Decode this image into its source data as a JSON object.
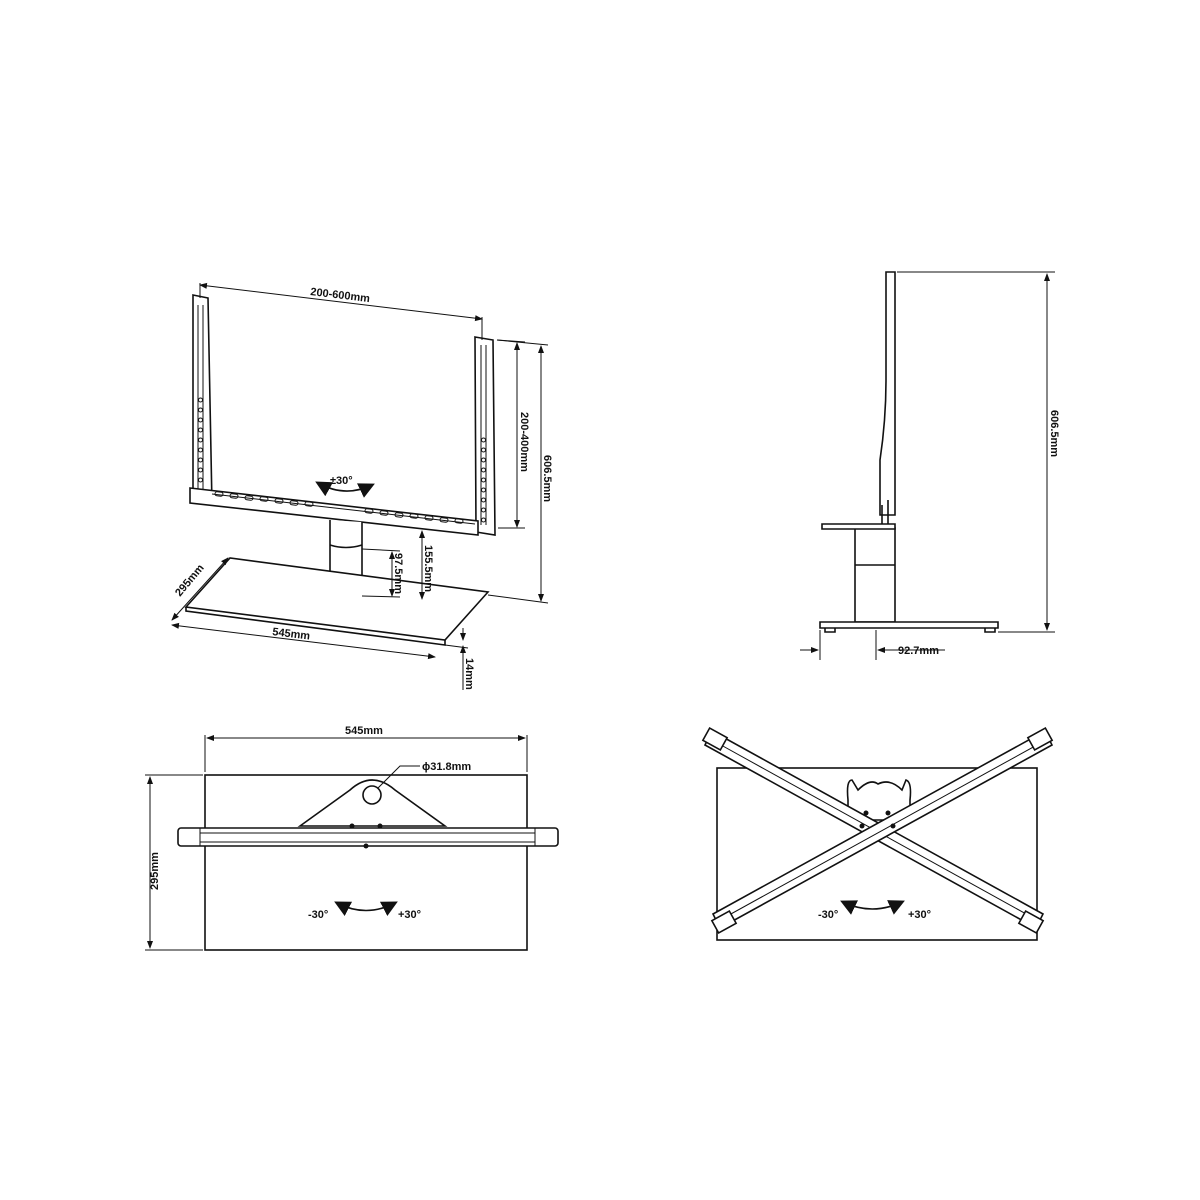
{
  "front_view": {
    "width_range": "200-600mm",
    "vesa_height_range": "200-400mm",
    "total_height": "606.5mm",
    "column_height": "155.5mm",
    "column_lower": "97.5mm",
    "base_depth": "295mm",
    "base_width": "545mm",
    "base_thickness": "14mm",
    "tilt": "±30°"
  },
  "side_view": {
    "total_height": "606.5mm",
    "offset": "92.7mm"
  },
  "top_view_left": {
    "width": "545mm",
    "depth": "295mm",
    "hole_diameter": "ϕ31.8mm",
    "rot_minus": "-30°",
    "rot_plus": "+30°"
  },
  "top_view_right": {
    "rot_minus": "-30°",
    "rot_plus": "+30°"
  }
}
